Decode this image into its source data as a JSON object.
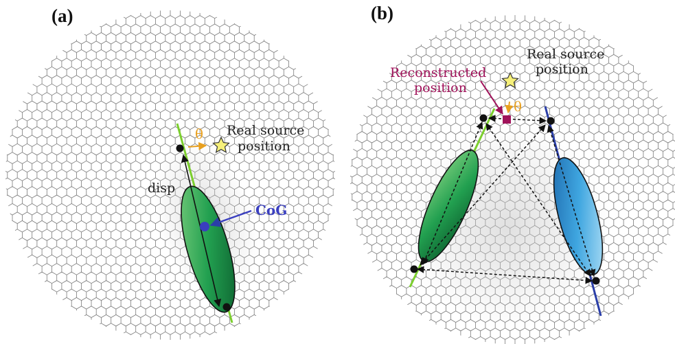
{
  "panels": {
    "a": {
      "label": "(a)",
      "theta": "θ",
      "source_line1": "Real source",
      "source_line2": "position",
      "disp": "disp",
      "cog": "CoG"
    },
    "b": {
      "label": "(b)",
      "theta": "θ",
      "source_line1": "Real source",
      "source_line2": "position",
      "reco_line1": "Reconstructed",
      "reco_line2": "position"
    }
  },
  "colors": {
    "hex_stroke": "#7a7a7a",
    "green_axis": "#7ccf2e",
    "blue_axis": "#2a3ea8",
    "cog": "#3a3fc0",
    "theta": "#e8a020",
    "reco_marker": "#a0125a",
    "star_fill": "#f6f07a"
  }
}
